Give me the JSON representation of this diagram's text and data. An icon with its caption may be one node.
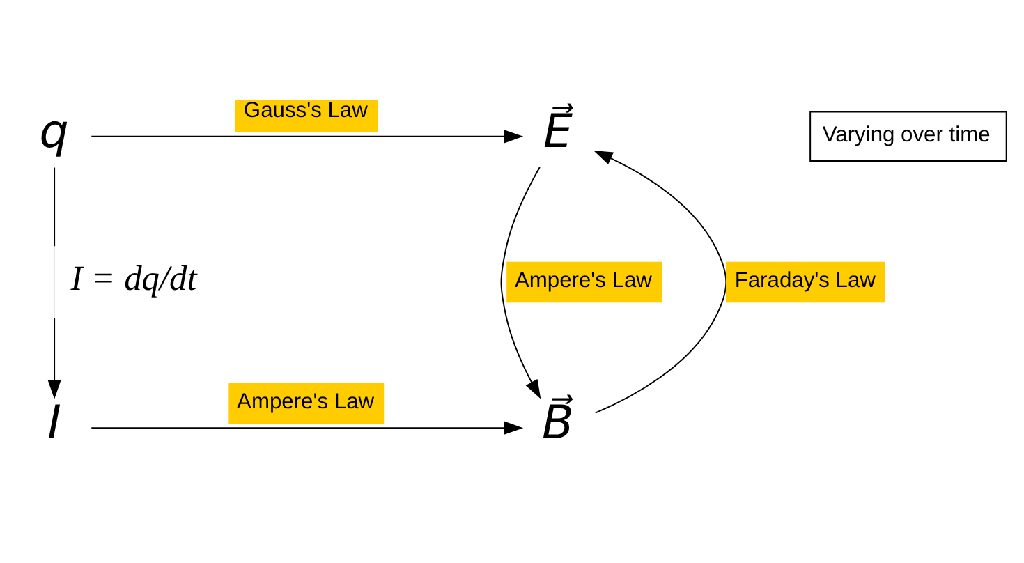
{
  "diagram": {
    "nodes": [
      {
        "text": [
          "q"
        ]
      },
      {
        "text": [
          "E⃗"
        ]
      },
      {
        "text": [
          "I"
        ]
      },
      {
        "text": [
          "B⃗"
        ]
      },
      {
        "text": [
          "Varying over time"
        ]
      }
    ],
    "edges": [
      {
        "from": 0,
        "to": 1,
        "arrow": "to",
        "label": "Gauss's Law"
      },
      {
        "from": 0,
        "to": 2,
        "arrow": "to",
        "label": "I = dq/dt"
      },
      {
        "from": 3,
        "to": 1,
        "arrow": "to",
        "label": "Faraday's Law"
      },
      {
        "from": 1,
        "to": 3,
        "arrow": "to",
        "label": "Ampere's Law"
      },
      {
        "from": 2,
        "to": 3,
        "arrow": "to",
        "label": "Ampere's Law"
      }
    ]
  }
}
